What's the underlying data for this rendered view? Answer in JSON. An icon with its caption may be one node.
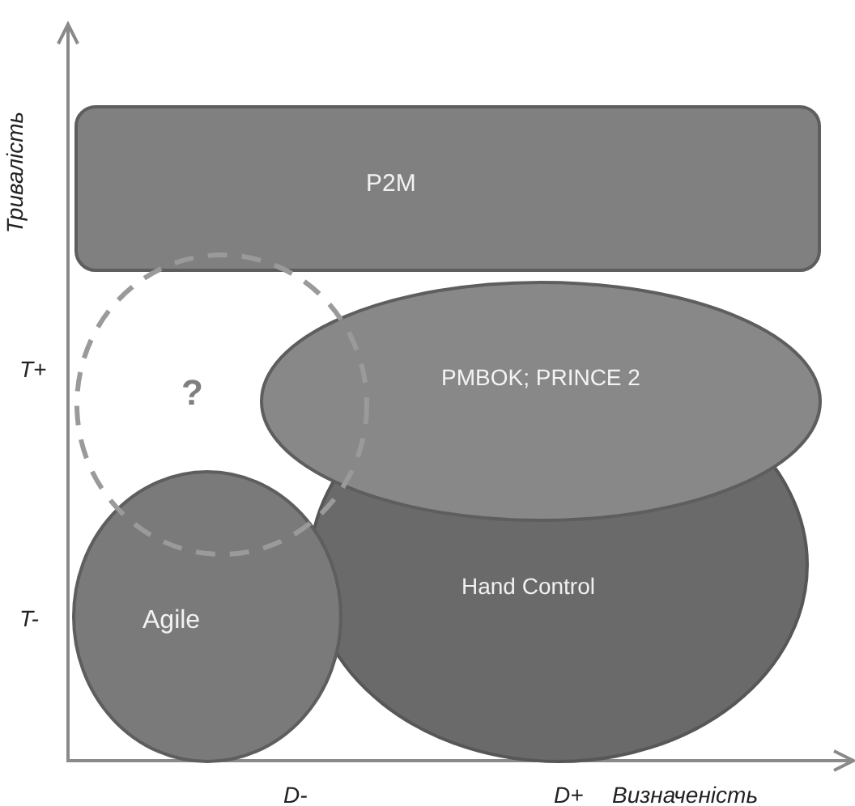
{
  "diagram": {
    "nodes": [
      {
        "text": [
          "P2M"
        ]
      },
      {
        "text": [
          "?"
        ]
      },
      {
        "text": [
          "PMBOK; PRINCE 2"
        ]
      },
      {
        "text": [
          "Hand Control"
        ]
      },
      {
        "text": [
          "Agile"
        ]
      }
    ],
    "labels": [
      "Тривалість",
      "T+",
      "T-",
      "D-",
      "D+",
      "Визначеність"
    ]
  }
}
